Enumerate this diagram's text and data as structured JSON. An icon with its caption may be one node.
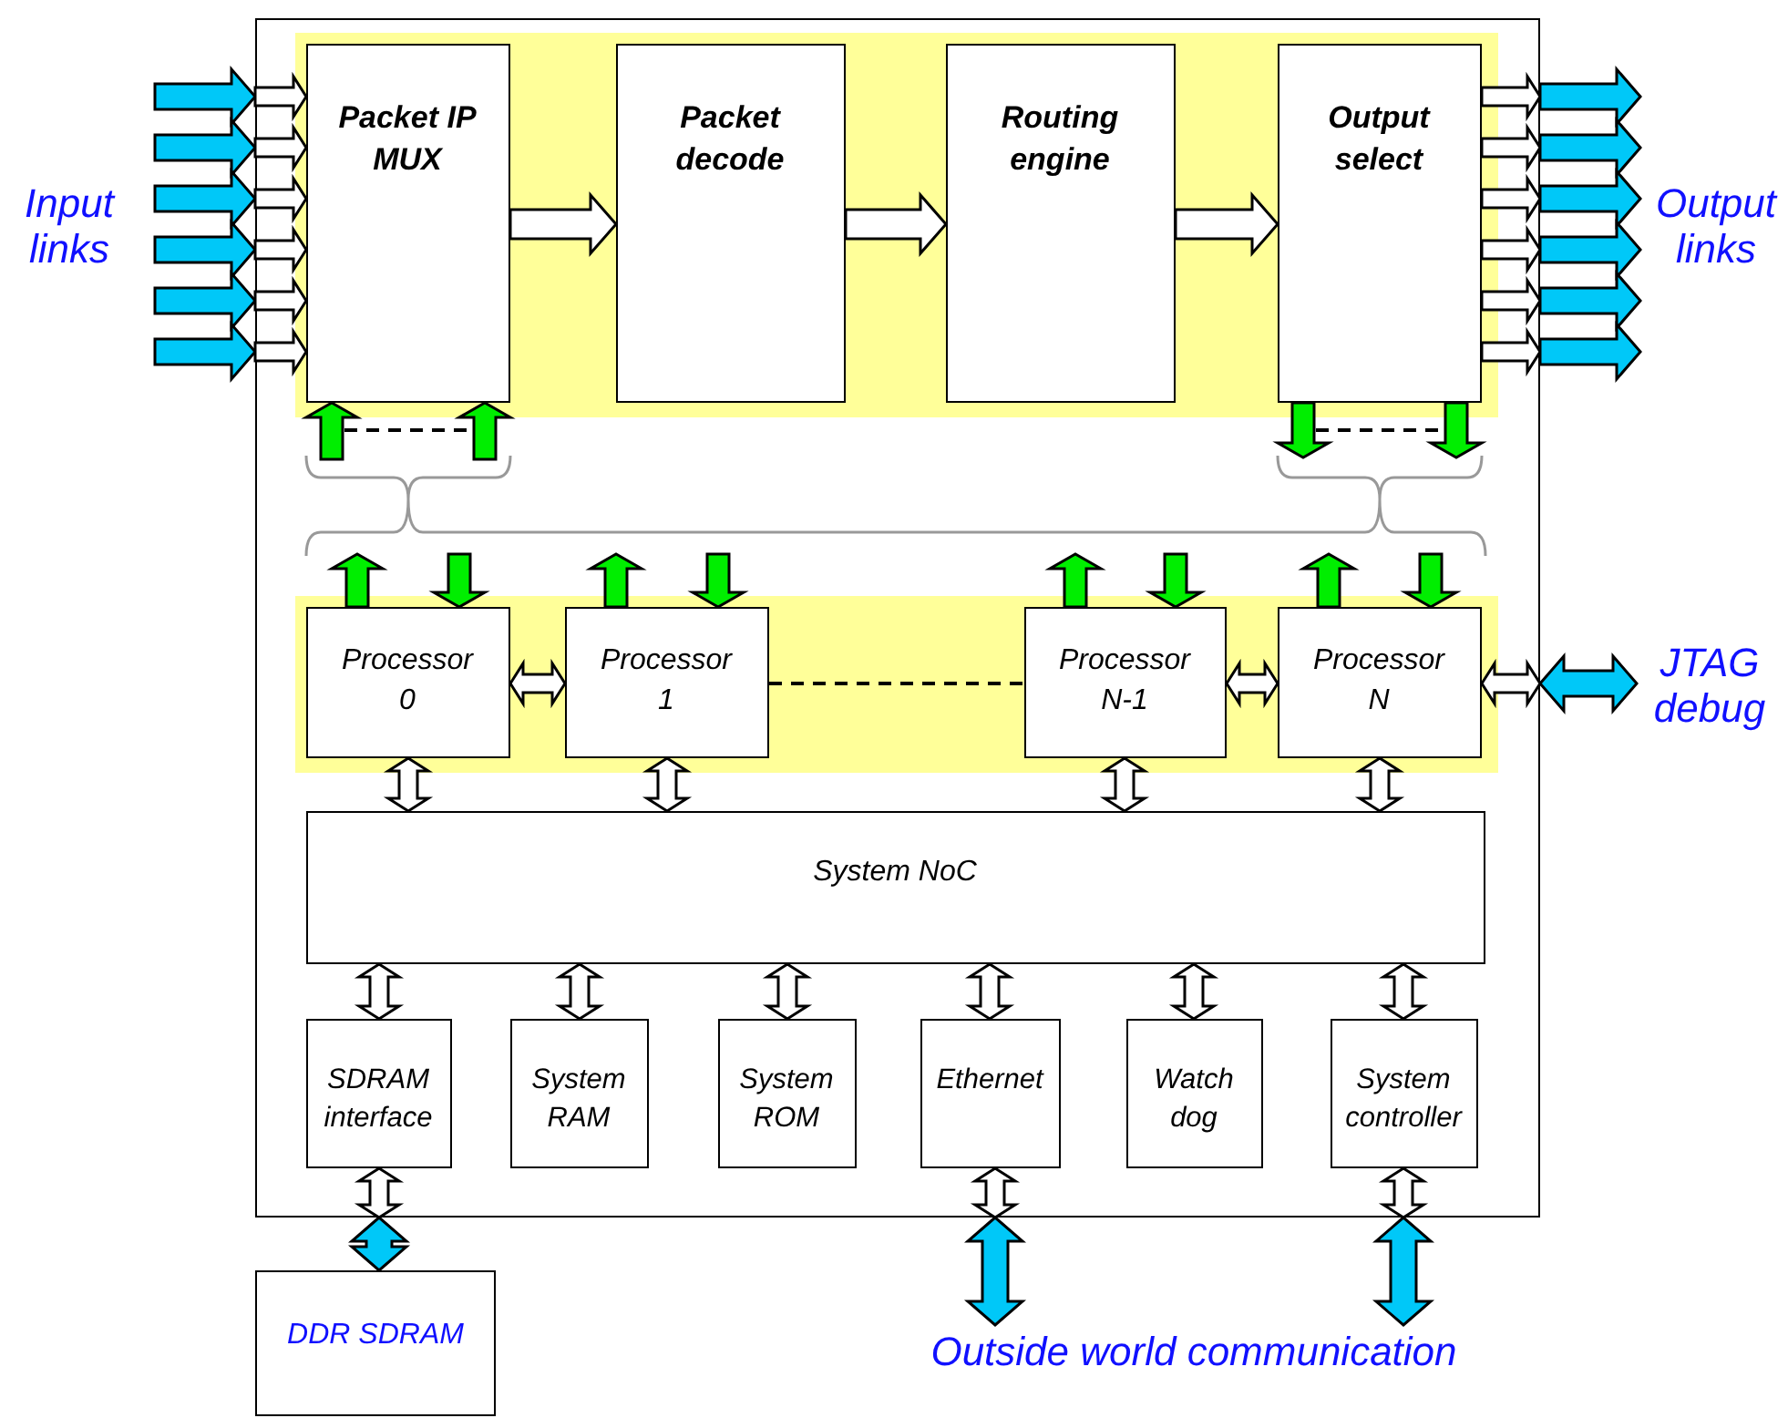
{
  "diagram": {
    "nodes": [
      {
        "text": [],
        "shape": "box"
      },
      {
        "text": [],
        "shape": "band",
        "in": 0
      },
      {
        "text": [
          "Packet IP MUX"
        ],
        "in": 1
      },
      {
        "text": [
          "Packet decode"
        ],
        "in": 1
      },
      {
        "text": [
          "Routing engine"
        ],
        "in": 1
      },
      {
        "text": [
          "Output select"
        ],
        "in": 1
      },
      {
        "text": [],
        "shape": "band",
        "in": 0
      },
      {
        "text": [
          "Processor 0"
        ],
        "in": 6
      },
      {
        "text": [
          "Processor 1"
        ],
        "in": 6
      },
      {
        "text": [
          "Processor N-1"
        ],
        "in": 6
      },
      {
        "text": [
          "Processor N"
        ],
        "in": 6
      },
      {
        "text": [
          "System NoC"
        ],
        "in": 0
      },
      {
        "text": [
          "SDRAM interface"
        ],
        "in": 0
      },
      {
        "text": [
          "System RAM"
        ],
        "in": 0
      },
      {
        "text": [
          "System ROM"
        ],
        "in": 0
      },
      {
        "text": [
          "Ethernet"
        ],
        "in": 0
      },
      {
        "text": [
          "Watch dog"
        ],
        "in": 0
      },
      {
        "text": [
          "System controller"
        ],
        "in": 0
      },
      {
        "text": [
          "DDR SDRAM"
        ]
      },
      {
        "text": [
          "Input links"
        ]
      },
      {
        "text": [
          "Output links"
        ]
      },
      {
        "text": [
          "JTAG debug"
        ]
      },
      {
        "text": [
          "Outside world communication"
        ]
      }
    ],
    "edges": [
      {
        "from": null,
        "to": 0,
        "arrow": "to",
        "color": "#00c8f8"
      },
      {
        "from": null,
        "to": 0,
        "arrow": "to",
        "color": "#00c8f8"
      },
      {
        "from": null,
        "to": 0,
        "arrow": "to",
        "color": "#00c8f8"
      },
      {
        "from": null,
        "to": 0,
        "arrow": "to",
        "color": "#00c8f8"
      },
      {
        "from": null,
        "to": 0,
        "arrow": "to",
        "color": "#00c8f8"
      },
      {
        "from": null,
        "to": 0,
        "arrow": "to",
        "color": "#00c8f8"
      },
      {
        "from": 0,
        "to": 2,
        "arrow": "to"
      },
      {
        "from": 0,
        "to": 2,
        "arrow": "to"
      },
      {
        "from": 0,
        "to": 2,
        "arrow": "to"
      },
      {
        "from": 0,
        "to": 2,
        "arrow": "to"
      },
      {
        "from": 0,
        "to": 2,
        "arrow": "to"
      },
      {
        "from": 0,
        "to": 2,
        "arrow": "to"
      },
      {
        "from": 2,
        "to": 3,
        "arrow": "to"
      },
      {
        "from": 3,
        "to": 4,
        "arrow": "to"
      },
      {
        "from": 4,
        "to": 5,
        "arrow": "to"
      },
      {
        "from": 5,
        "to": 0,
        "arrow": "to"
      },
      {
        "from": 5,
        "to": 0,
        "arrow": "to"
      },
      {
        "from": 5,
        "to": 0,
        "arrow": "to"
      },
      {
        "from": 5,
        "to": 0,
        "arrow": "to"
      },
      {
        "from": 5,
        "to": 0,
        "arrow": "to"
      },
      {
        "from": 5,
        "to": 0,
        "arrow": "to"
      },
      {
        "from": 0,
        "to": null,
        "arrow": "to",
        "color": "#00c8f8"
      },
      {
        "from": 0,
        "to": null,
        "arrow": "to",
        "color": "#00c8f8"
      },
      {
        "from": 0,
        "to": null,
        "arrow": "to",
        "color": "#00c8f8"
      },
      {
        "from": 0,
        "to": null,
        "arrow": "to",
        "color": "#00c8f8"
      },
      {
        "from": 0,
        "to": null,
        "arrow": "to",
        "color": "#00c8f8"
      },
      {
        "from": 0,
        "to": null,
        "arrow": "to",
        "color": "#00c8f8"
      },
      {
        "from": null,
        "to": 2,
        "arrow": "to",
        "color": "#00ee00"
      },
      {
        "from": null,
        "to": 2,
        "arrow": "to",
        "color": "#00ee00"
      },
      {
        "from": 5,
        "to": null,
        "arrow": "to",
        "color": "#00ee00"
      },
      {
        "from": 5,
        "to": null,
        "arrow": "to",
        "color": "#00ee00"
      },
      {
        "from": 7,
        "to": null,
        "arrow": "to",
        "color": "#00ee00"
      },
      {
        "from": null,
        "to": 7,
        "arrow": "to",
        "color": "#00ee00"
      },
      {
        "from": 8,
        "to": null,
        "arrow": "to",
        "color": "#00ee00"
      },
      {
        "from": null,
        "to": 8,
        "arrow": "to",
        "color": "#00ee00"
      },
      {
        "from": 9,
        "to": null,
        "arrow": "to",
        "color": "#00ee00"
      },
      {
        "from": null,
        "to": 9,
        "arrow": "to",
        "color": "#00ee00"
      },
      {
        "from": 10,
        "to": null,
        "arrow": "to",
        "color": "#00ee00"
      },
      {
        "from": null,
        "to": 10,
        "arrow": "to",
        "color": "#00ee00"
      },
      {
        "from": 7,
        "to": 8,
        "arrow": "both"
      },
      {
        "from": 8,
        "to": 9,
        "arrow": "none",
        "style": "dashed"
      },
      {
        "from": 9,
        "to": 10,
        "arrow": "both"
      },
      {
        "from": 10,
        "to": 0,
        "arrow": "both"
      },
      {
        "from": 0,
        "to": 21,
        "arrow": "both",
        "color": "#00c8f8"
      },
      {
        "from": 7,
        "to": 11,
        "arrow": "both"
      },
      {
        "from": 8,
        "to": 11,
        "arrow": "both"
      },
      {
        "from": 9,
        "to": 11,
        "arrow": "both"
      },
      {
        "from": 10,
        "to": 11,
        "arrow": "both"
      },
      {
        "from": 11,
        "to": 12,
        "arrow": "both"
      },
      {
        "from": 11,
        "to": 13,
        "arrow": "both"
      },
      {
        "from": 11,
        "to": 14,
        "arrow": "both"
      },
      {
        "from": 11,
        "to": 15,
        "arrow": "both"
      },
      {
        "from": 11,
        "to": 16,
        "arrow": "both"
      },
      {
        "from": 11,
        "to": 17,
        "arrow": "both"
      },
      {
        "from": 12,
        "to": 0,
        "arrow": "both"
      },
      {
        "from": 0,
        "to": 18,
        "arrow": "both",
        "color": "#00c8f8"
      },
      {
        "from": 15,
        "to": 0,
        "arrow": "both"
      },
      {
        "from": 0,
        "to": 22,
        "arrow": "both",
        "color": "#00c8f8"
      },
      {
        "from": 17,
        "to": 0,
        "arrow": "both"
      },
      {
        "from": 0,
        "to": 22,
        "arrow": "both",
        "color": "#00c8f8"
      }
    ]
  }
}
